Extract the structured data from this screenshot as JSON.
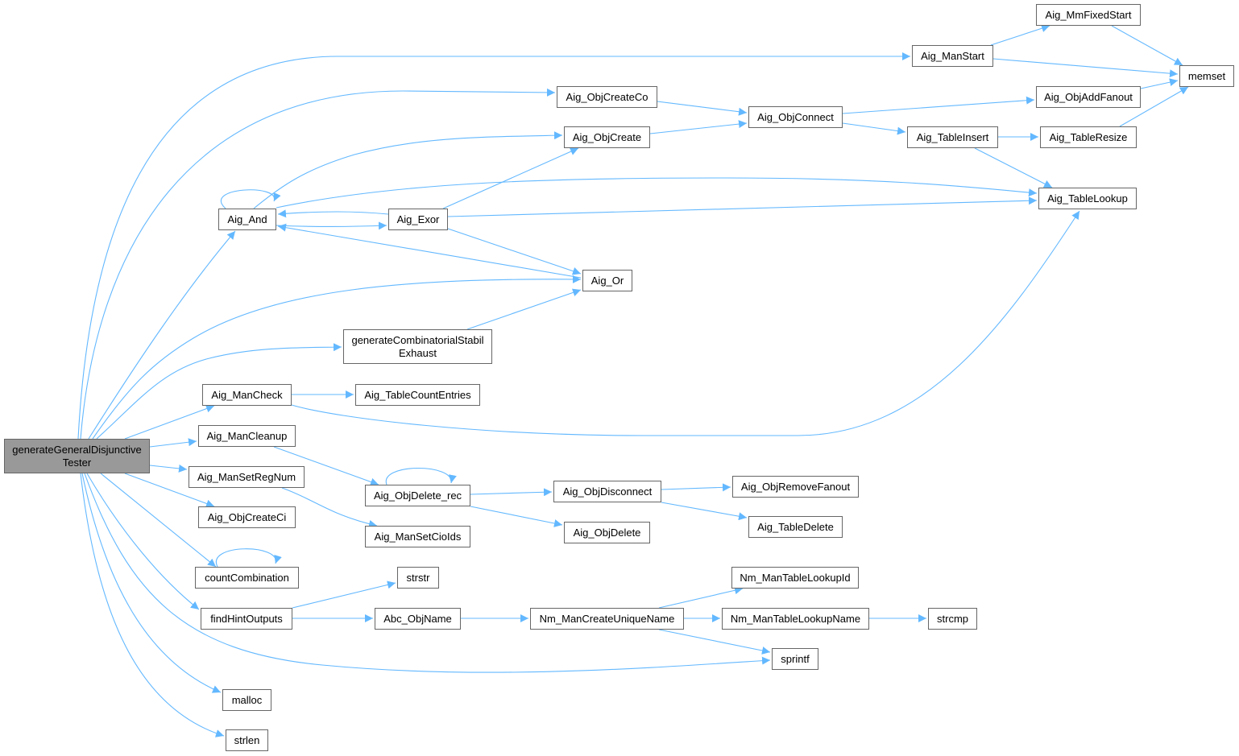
{
  "graph": {
    "root": {
      "line1": "generateGeneralDisjunctive",
      "line2": "Tester"
    },
    "nodes": {
      "aig_manstart": "Aig_ManStart",
      "aig_mmfixedstart": "Aig_MmFixedStart",
      "memset": "memset",
      "aig_objcreateco": "Aig_ObjCreateCo",
      "aig_objaddfanout": "Aig_ObjAddFanout",
      "aig_objconnect": "Aig_ObjConnect",
      "aig_objcreate": "Aig_ObjCreate",
      "aig_tableinsert": "Aig_TableInsert",
      "aig_tableresize": "Aig_TableResize",
      "aig_tablelookup": "Aig_TableLookup",
      "aig_and": "Aig_And",
      "aig_exor": "Aig_Exor",
      "aig_or": "Aig_Or",
      "gen_comb_line1": "generateCombinatorialStabil",
      "gen_comb_line2": "Exhaust",
      "aig_mancheck": "Aig_ManCheck",
      "aig_tablecountentries": "Aig_TableCountEntries",
      "aig_mancleanup": "Aig_ManCleanup",
      "aig_mansetregnum": "Aig_ManSetRegNum",
      "aig_objdelete_rec": "Aig_ObjDelete_rec",
      "aig_objdisconnect": "Aig_ObjDisconnect",
      "aig_objremovefanout": "Aig_ObjRemoveFanout",
      "aig_objcreateci": "Aig_ObjCreateCi",
      "aig_mansetcioids": "Aig_ManSetCioIds",
      "aig_objdelete": "Aig_ObjDelete",
      "aig_tabledelete": "Aig_TableDelete",
      "countcombination": "countCombination",
      "strstr": "strstr",
      "nm_mantablelookupid": "Nm_ManTableLookupId",
      "findhintoutputs": "findHintOutputs",
      "abc_objname": "Abc_ObjName",
      "nm_mancreateuniquename": "Nm_ManCreateUniqueName",
      "nm_mantablelookupname": "Nm_ManTableLookupName",
      "strcmp": "strcmp",
      "sprintf": "sprintf",
      "malloc": "malloc",
      "strlen": "strlen"
    },
    "colors": {
      "edge": "#63b8ff",
      "root_fill": "#999999",
      "border": "#666666"
    }
  }
}
